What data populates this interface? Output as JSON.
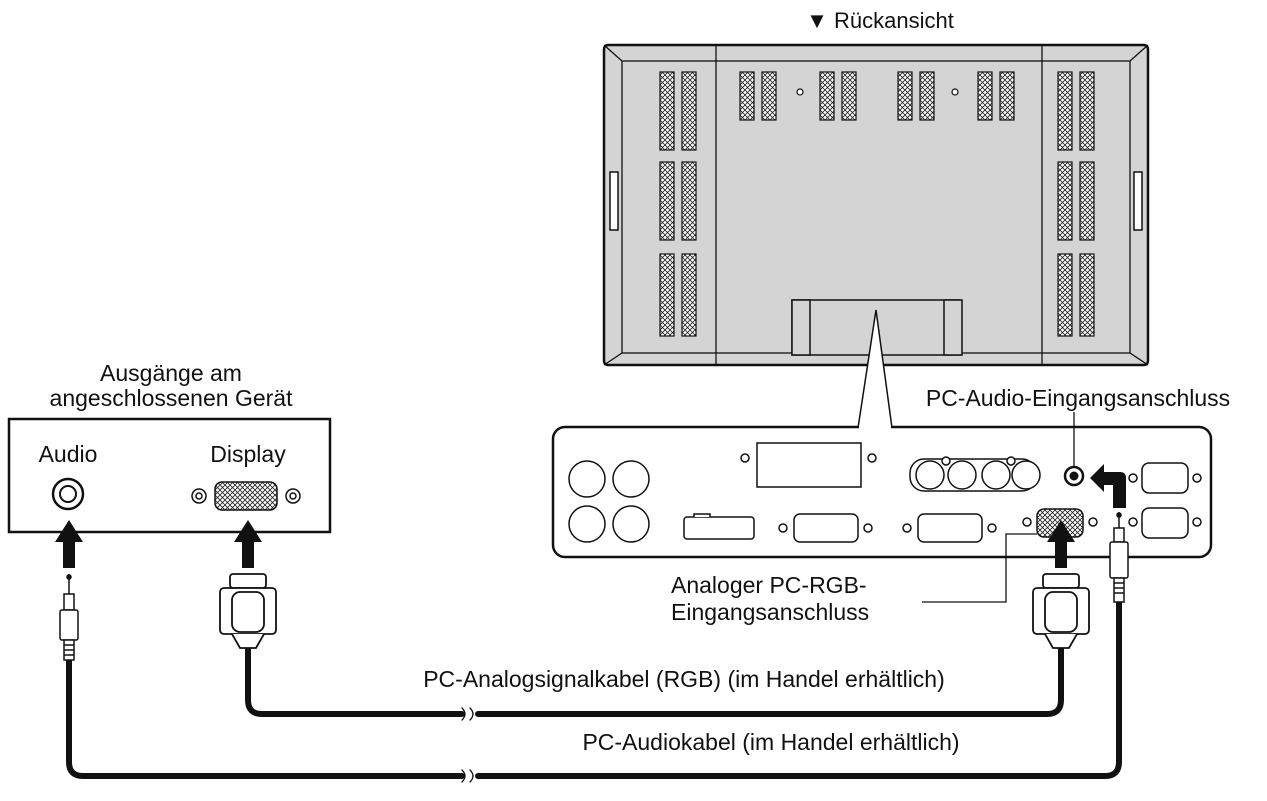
{
  "rear_view_label": "▼ Rückansicht",
  "source_device": {
    "heading_line1": "Ausgänge am",
    "heading_line2": "angeschlossenen Gerät",
    "audio_label": "Audio",
    "display_label": "Display"
  },
  "terminals": {
    "pc_audio_input": "PC-Audio-Eingangsanschluss",
    "analog_rgb_line1": "Analoger PC-RGB-",
    "analog_rgb_line2": "Eingangsanschluss"
  },
  "cables": {
    "rgb_cable": "PC-Analogsignalkabel (RGB) (im Handel erhältlich)",
    "audio_cable": "PC-Audiokabel (im Handel erhältlich)"
  },
  "colors": {
    "line": "#111111",
    "panel_fill": "#d4d4d4",
    "background": "#ffffff"
  }
}
